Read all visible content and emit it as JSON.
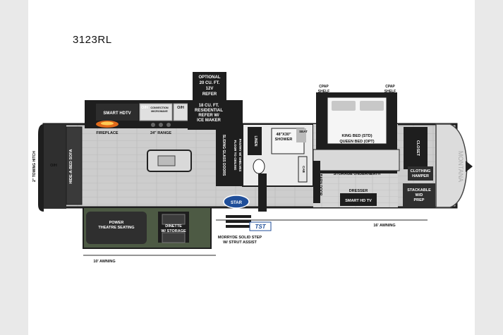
{
  "model": "3123RL",
  "labels": {
    "optional_refer": [
      "OPTIONAL",
      "20 CU. FT.",
      "12V",
      "REFER"
    ],
    "smart_hdtv": "SMART HDTV",
    "oh_1": "O/H",
    "convection": [
      "CONVECTION",
      "MICROWAVE"
    ],
    "oh_2": "O/H",
    "residential_refer": [
      "18 CU. FT.",
      "RESIDENTIAL",
      "REFER W/",
      "ICE MAKER"
    ],
    "fireplace": "FIREPLACE",
    "range": "24\" RANGE",
    "sliding_doors": "SLIDING GLASS DOORS",
    "pantry": [
      "FLOOR TO CEILING",
      "PANTRY W/ SHELVES"
    ],
    "linen": "LINEN",
    "shower": [
      "48\"X30\"",
      "SHOWER"
    ],
    "seat": "SEAT",
    "cab": "CAB",
    "cpap_left": [
      "CPAP",
      "SHELF"
    ],
    "cpap_right": [
      "CPAP",
      "SHELF"
    ],
    "bed": [
      "KING BED (STD)",
      "QUEEN BED (OPT)"
    ],
    "storage": "STORAGE UNDERNEATH",
    "closet": "CLOSET",
    "clothing_hamper": [
      "CLOTHING",
      "HAMPER"
    ],
    "stackable": [
      "STACKABLE",
      "W/D",
      "PREP"
    ],
    "barn_door": "BARN DOOR",
    "dresser": "DRESSER",
    "smart_hd_tv": "SMART HD TV",
    "awning_16": "16' AWNING",
    "oh_front": "O/H",
    "hide_a_bed": "HIDE-A-BED SOFA",
    "towing_hitch": "2\" TOWING HITCH",
    "power_theatre": [
      "POWER",
      "THEATRE SEATING"
    ],
    "dinette": [
      "DINETTE",
      "W/ STORAGE"
    ],
    "morryde": [
      "MORRYDE SOLID STEP",
      "W/ STRUT ASSIST"
    ],
    "awning_10": "10' AWNING",
    "tst_logo": "TST",
    "star_badge": "STAR",
    "montana_logo": "MONTANA"
  },
  "colors": {
    "wall": "#1e1e1e",
    "floor": "#c9c9c9",
    "bath_floor": "#ebebeb",
    "counter": "#d9d9d9",
    "sofa": "#2f2f2f",
    "theatre": "#2f2f2f",
    "slideout_floor": "#4d5a44",
    "badge_blue": "#1f4e99",
    "cap": "#dcdcdc"
  }
}
